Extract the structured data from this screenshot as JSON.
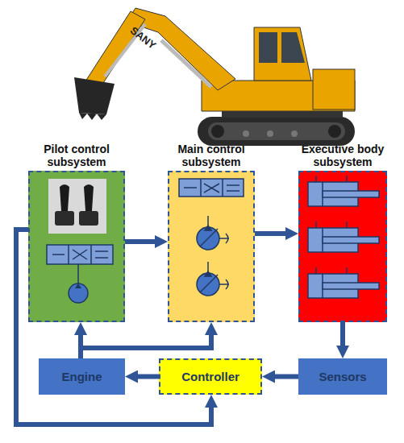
{
  "diagram": {
    "nodes": [
      {
        "text": [
          "Pilot control subsystem"
        ]
      },
      {
        "text": [
          "Main control subsystem"
        ]
      },
      {
        "text": [
          "Executive body subsystem"
        ]
      },
      {
        "text": [
          "Engine"
        ]
      },
      {
        "text": [
          "Controller"
        ]
      },
      {
        "text": [
          "Sensors"
        ]
      }
    ],
    "edges": [
      {
        "from": 0,
        "to": 1,
        "arrow": "to"
      },
      {
        "from": 1,
        "to": 2,
        "arrow": "to"
      },
      {
        "from": 2,
        "to": 5,
        "arrow": "to"
      },
      {
        "from": 5,
        "to": 4,
        "arrow": "to"
      },
      {
        "from": 4,
        "to": 3,
        "arrow": "to"
      },
      {
        "from": 3,
        "to": 0,
        "arrow": "to"
      },
      {
        "from": 3,
        "to": 1,
        "arrow": "to"
      },
      {
        "from": 0,
        "to": 4,
        "arrow": "to"
      }
    ],
    "labels": [
      "SANY"
    ]
  }
}
